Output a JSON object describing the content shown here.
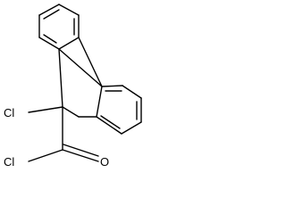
{
  "molecule": {
    "atoms": {
      "cl_ring": "Cl",
      "cl_acyl": "Cl",
      "oxygen": "O"
    },
    "colors": {
      "bond": "#000000",
      "label": "#000000",
      "background": "#ffffff"
    }
  }
}
